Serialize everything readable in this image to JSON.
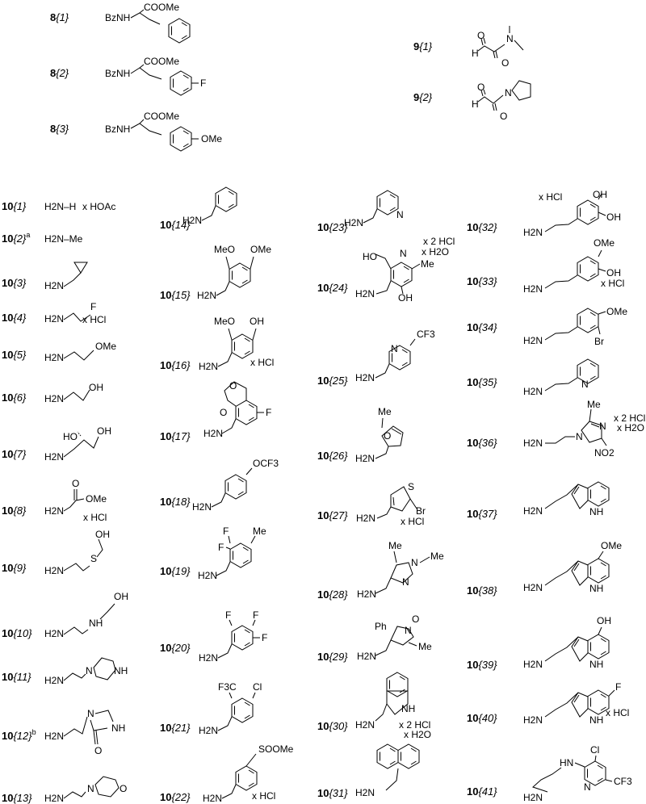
{
  "labels": {
    "8_1": {
      "main": "8",
      "sub": "{1}"
    },
    "8_2": {
      "main": "8",
      "sub": "{2}"
    },
    "8_3": {
      "main": "8",
      "sub": "{3}"
    },
    "9_1": {
      "main": "9",
      "sub": "{1}"
    },
    "9_2": {
      "main": "9",
      "sub": "{2}"
    },
    "10_1": {
      "main": "10",
      "sub": "{1}"
    },
    "10_2": {
      "main": "10",
      "sub": "{2}",
      "sup": "a"
    },
    "10_3": {
      "main": "10",
      "sub": "{3}"
    },
    "10_4": {
      "main": "10",
      "sub": "{4}"
    },
    "10_5": {
      "main": "10",
      "sub": "{5}"
    },
    "10_6": {
      "main": "10",
      "sub": "{6}"
    },
    "10_7": {
      "main": "10",
      "sub": "{7}"
    },
    "10_8": {
      "main": "10",
      "sub": "{8}"
    },
    "10_9": {
      "main": "10",
      "sub": "{9}"
    },
    "10_10": {
      "main": "10",
      "sub": "{10}"
    },
    "10_11": {
      "main": "10",
      "sub": "{11}"
    },
    "10_12": {
      "main": "10",
      "sub": "{12}",
      "sup": "b"
    },
    "10_13": {
      "main": "10",
      "sub": "{13}"
    },
    "10_14": {
      "main": "10",
      "sub": "{14}"
    },
    "10_15": {
      "main": "10",
      "sub": "{15}"
    },
    "10_16": {
      "main": "10",
      "sub": "{16}"
    },
    "10_17": {
      "main": "10",
      "sub": "{17}"
    },
    "10_18": {
      "main": "10",
      "sub": "{18}"
    },
    "10_19": {
      "main": "10",
      "sub": "{19}"
    },
    "10_20": {
      "main": "10",
      "sub": "{20}"
    },
    "10_21": {
      "main": "10",
      "sub": "{21}"
    },
    "10_22": {
      "main": "10",
      "sub": "{22}"
    },
    "10_23": {
      "main": "10",
      "sub": "{23}"
    },
    "10_24": {
      "main": "10",
      "sub": "{24}"
    },
    "10_25": {
      "main": "10",
      "sub": "{25}"
    },
    "10_26": {
      "main": "10",
      "sub": "{26}"
    },
    "10_27": {
      "main": "10",
      "sub": "{27}"
    },
    "10_28": {
      "main": "10",
      "sub": "{28}"
    },
    "10_29": {
      "main": "10",
      "sub": "{29}"
    },
    "10_30": {
      "main": "10",
      "sub": "{30}"
    },
    "10_31": {
      "main": "10",
      "sub": "{31}"
    },
    "10_32": {
      "main": "10",
      "sub": "{32}"
    },
    "10_33": {
      "main": "10",
      "sub": "{33}"
    },
    "10_34": {
      "main": "10",
      "sub": "{34}"
    },
    "10_35": {
      "main": "10",
      "sub": "{35}"
    },
    "10_36": {
      "main": "10",
      "sub": "{36}"
    },
    "10_37": {
      "main": "10",
      "sub": "{37}"
    },
    "10_38": {
      "main": "10",
      "sub": "{38}"
    },
    "10_39": {
      "main": "10",
      "sub": "{39}"
    },
    "10_40": {
      "main": "10",
      "sub": "{40}"
    },
    "10_41": {
      "main": "10",
      "sub": "{41}"
    }
  },
  "atoms": {
    "bznh": "BzNH",
    "coome": "COOMe",
    "f": "F",
    "ome": "OMe",
    "meo": "MeO",
    "oh": "OH",
    "ho": "HO",
    "o": "O",
    "n": "N",
    "nh": "NH",
    "hn": "HN",
    "h": "H",
    "s": "S",
    "h2n": "H2N",
    "h2n_h": "H2N–H",
    "h2n_me": "H2N–Me",
    "me": "Me",
    "br": "Br",
    "cl": "Cl",
    "cf3": "CF3",
    "f3c": "F3C",
    "ocf3": "OCF3",
    "soome": "SOOMe",
    "ph": "Ph",
    "no2": "NO2"
  },
  "salts": {
    "hoac": "x HOAc",
    "hcl": "x HCl",
    "hcl2": "x 2 HCl",
    "h2o": "x H2O"
  }
}
